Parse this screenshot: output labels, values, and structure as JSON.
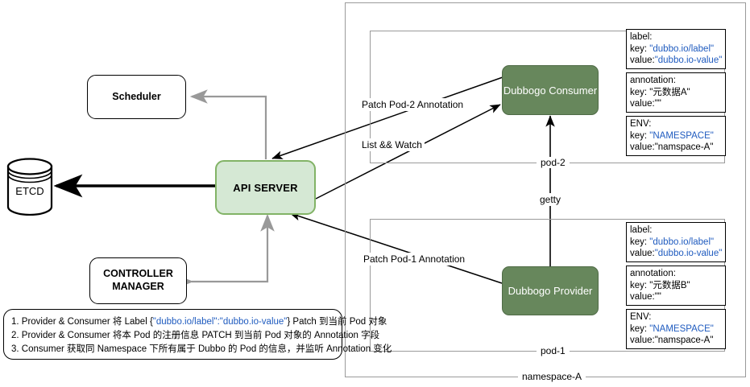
{
  "diagram": {
    "title": "Dubbogo on Kubernetes service discovery via Pod label / annotation",
    "colors": {
      "api_server_fill": "#d5e8d4",
      "api_server_stroke": "#82b366",
      "pod_fill": "#67875c",
      "pod_stroke": "#4f6b46",
      "blue_text": "#1f5bbf",
      "gray_edge": "#999999",
      "black_edge": "#000000",
      "container_stroke": "#9a9a9a"
    }
  },
  "control_plane": {
    "scheduler": {
      "label": "Scheduler"
    },
    "controller_manager": {
      "line1": "CONTROLLER",
      "line2": "MANAGER"
    },
    "api_server": {
      "label": "API SERVER"
    },
    "etcd": {
      "label": "ETCD"
    }
  },
  "namespace": {
    "label": "namespace-A",
    "pods": [
      {
        "container_label": "pod-2",
        "node_label": "Dubbogo Consumer",
        "info": [
          {
            "title": "label:",
            "key_prefix": "key: ",
            "key_value": "\"dubbo.io/label\"",
            "key_is_blue": true,
            "value_prefix": "value:",
            "value_value": "\"dubbo.io-value\"",
            "value_is_blue": true
          },
          {
            "title": "annotation:",
            "key_prefix": "key: ",
            "key_value": "\"元数据A\"",
            "key_is_blue": false,
            "value_prefix": "value:",
            "value_value": "\"\"",
            "value_is_blue": false
          },
          {
            "title": "ENV:",
            "key_prefix": "key: ",
            "key_value": "\"NAMESPACE\"",
            "key_is_blue": true,
            "value_prefix": "value:",
            "value_value": "\"namspace-A\"",
            "value_is_blue": false
          }
        ]
      },
      {
        "container_label": "pod-1",
        "node_label": "Dubbogo Provider",
        "info": [
          {
            "title": "label:",
            "key_prefix": "key: ",
            "key_value": "\"dubbo.io/label\"",
            "key_is_blue": true,
            "value_prefix": "value:",
            "value_value": "\"dubbo.io-value\"",
            "value_is_blue": true
          },
          {
            "title": "annotation:",
            "key_prefix": "key: ",
            "key_value": "\"元数据B\"",
            "key_is_blue": false,
            "value_prefix": "value:",
            "value_value": "\"\"",
            "value_is_blue": false
          },
          {
            "title": "ENV:",
            "key_prefix": "key: ",
            "key_value": "\"NAMESPACE\"",
            "key_is_blue": true,
            "value_prefix": "value:",
            "value_value": "\"namspace-A\"",
            "value_is_blue": false
          }
        ]
      }
    ]
  },
  "edges": {
    "patch_pod2": "Patch Pod-2 Annotation",
    "list_watch": "List && Watch",
    "patch_pod1": "Patch Pod-1 Annotation",
    "getty": "getty"
  },
  "legend": {
    "items": [
      {
        "pre": "1. Provider & Consumer 将 Label  {",
        "blue": "\"dubbo.io/label\":\"dubbo.io-value\"",
        "post": "} Patch 到当前 Pod 对象"
      },
      {
        "pre": "2. Provider & Consumer 将本 Pod 的注册信息 PATCH 到当前 Pod 对象的 Annotation 字段",
        "blue": "",
        "post": ""
      },
      {
        "pre": "3. Consumer 获取同 Namespace 下所有属于 Dubbo 的 Pod 的信息，并监听 Annotation 变化",
        "blue": "",
        "post": ""
      }
    ]
  }
}
